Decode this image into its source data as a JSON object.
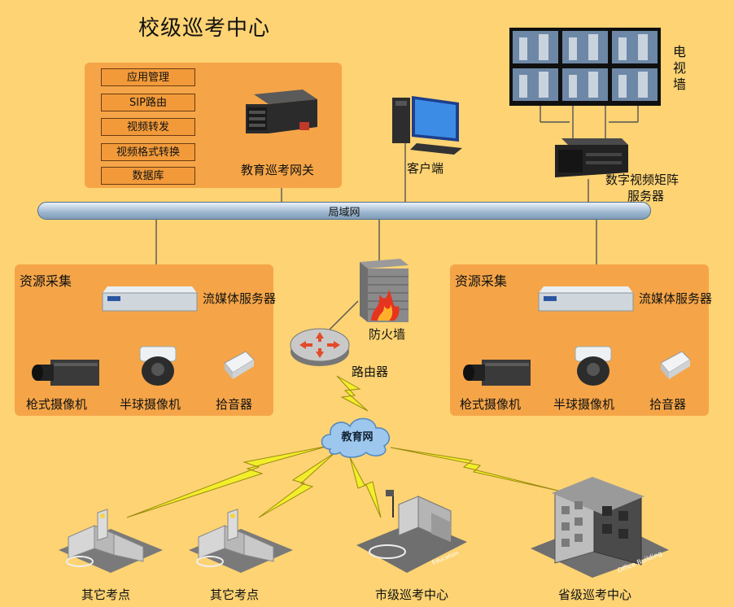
{
  "title": "校级巡考中心",
  "functions": [
    "应用管理",
    "SIP路由",
    "视频转发",
    "视频格式转换",
    "数据库"
  ],
  "gateway_label": "教育巡考网关",
  "client_label": "客户端",
  "tv_wall_label": "电视墙",
  "matrix_label_1": "数字视频矩阵",
  "matrix_label_2": "服务器",
  "lan_label": "局域网",
  "left_group": {
    "title": "资源采集",
    "server": "流媒体服务器",
    "devices": [
      "枪式摄像机",
      "半球摄像机",
      "拾音器"
    ]
  },
  "right_group": {
    "title": "资源采集",
    "server": "流媒体服务器",
    "devices": [
      "枪式摄像机",
      "半球摄像机",
      "拾音器"
    ]
  },
  "firewall_label": "防火墙",
  "router_label": "路由器",
  "network_label": "教育网",
  "sites": [
    "其它考点",
    "其它考点",
    "市级巡考中心",
    "省级巡考中心"
  ],
  "building_tags": [
    "Education",
    "Office Building"
  ],
  "colors": {
    "background": "#fdd373",
    "panel": "#f5a548",
    "lightning": "#f2ee2a"
  }
}
